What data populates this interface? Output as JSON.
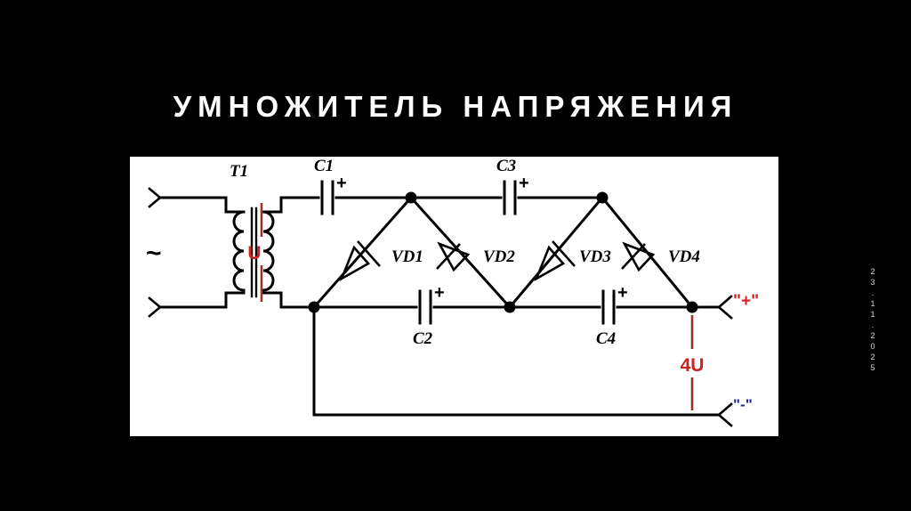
{
  "slide": {
    "background_color": "#000000",
    "title": "УМНОЖИТЕЛЬ НАПРЯЖЕНИЯ",
    "date_stamp": "23.11.2025"
  },
  "panel": {
    "background_color": "#ffffff",
    "line_color": "#000000"
  },
  "colors": {
    "wire": "#000000",
    "panel": "#ffffff",
    "title_text": "#ffffff",
    "voltage_label": "#cc2222",
    "voltage_line": "#a03030",
    "plus_terminal": "#e01b1b",
    "minus_terminal": "#2a2a8c",
    "date_text": "#f0f0f0"
  },
  "circuit": {
    "name": "voltage-multiplier-x4",
    "transformer": {
      "label": "T1",
      "ac_symbol": "~"
    },
    "input_voltage": {
      "label": "U"
    },
    "output_voltage": {
      "label": "4U"
    },
    "terminals": [
      {
        "name": "output-positive",
        "label": "\"+\""
      },
      {
        "name": "output-negative",
        "label": "\"-\""
      }
    ],
    "capacitors": [
      {
        "id": "C1",
        "label": "C1",
        "polarity": "+"
      },
      {
        "id": "C2",
        "label": "C2",
        "polarity": "+"
      },
      {
        "id": "C3",
        "label": "C3",
        "polarity": "+"
      },
      {
        "id": "C4",
        "label": "C4",
        "polarity": "+"
      }
    ],
    "diodes": [
      {
        "id": "VD1",
        "label": "VD1"
      },
      {
        "id": "VD2",
        "label": "VD2"
      },
      {
        "id": "VD3",
        "label": "VD3"
      },
      {
        "id": "VD4",
        "label": "VD4"
      }
    ]
  }
}
